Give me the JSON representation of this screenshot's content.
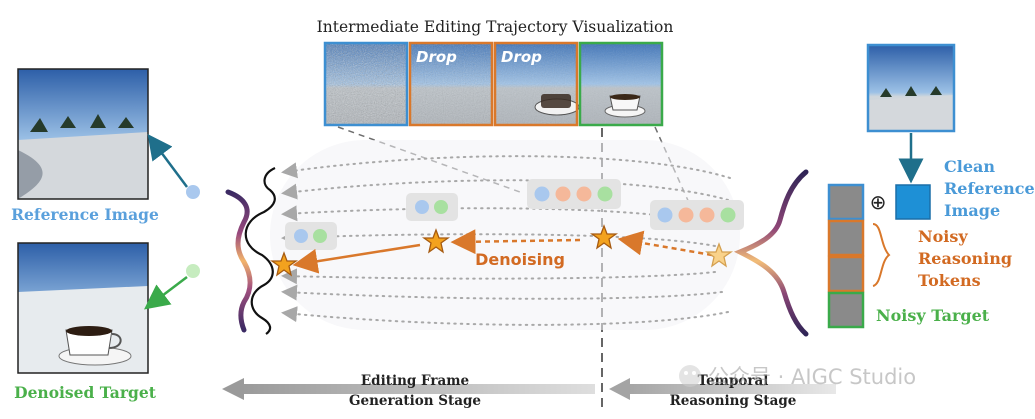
{
  "title": "Intermediate Editing Trajectory Visualization",
  "frames": [
    {
      "label": ""
    },
    {
      "label": "Drop"
    },
    {
      "label": "Drop"
    },
    {
      "label": ""
    }
  ],
  "left": {
    "reference_label": "Reference Image",
    "denoised_label": "Denoised Target"
  },
  "center": {
    "denoising_label": "Denoising"
  },
  "right": {
    "clean_line1": "Clean",
    "clean_line2": "Reference",
    "clean_line3": "Image",
    "noisy_line1": "Noisy",
    "noisy_line2": "Reasoning",
    "noisy_line3": "Tokens",
    "noisy_target": "Noisy Target",
    "oplus": "⊕"
  },
  "stages": {
    "left_line1": "Editing Frame",
    "left_line2": "Generation Stage",
    "right_line1": "Temporal",
    "right_line2": "Reasoning Stage"
  },
  "watermark": "公众号 · AIGC Studio",
  "colors": {
    "blue": "#3d8fd1",
    "orange": "#d9782b",
    "green": "#3aaa4a",
    "teal": "#1f6f8b",
    "clean_text": "#4a9ad8",
    "noisy_text": "#d26a22",
    "target_text": "#4ab04a",
    "star": "#f3a21e",
    "token_blue": "#a9c8ee",
    "token_orange": "#f5b89a",
    "token_green": "#a8e0a0",
    "pill": "#e3e3e3"
  }
}
